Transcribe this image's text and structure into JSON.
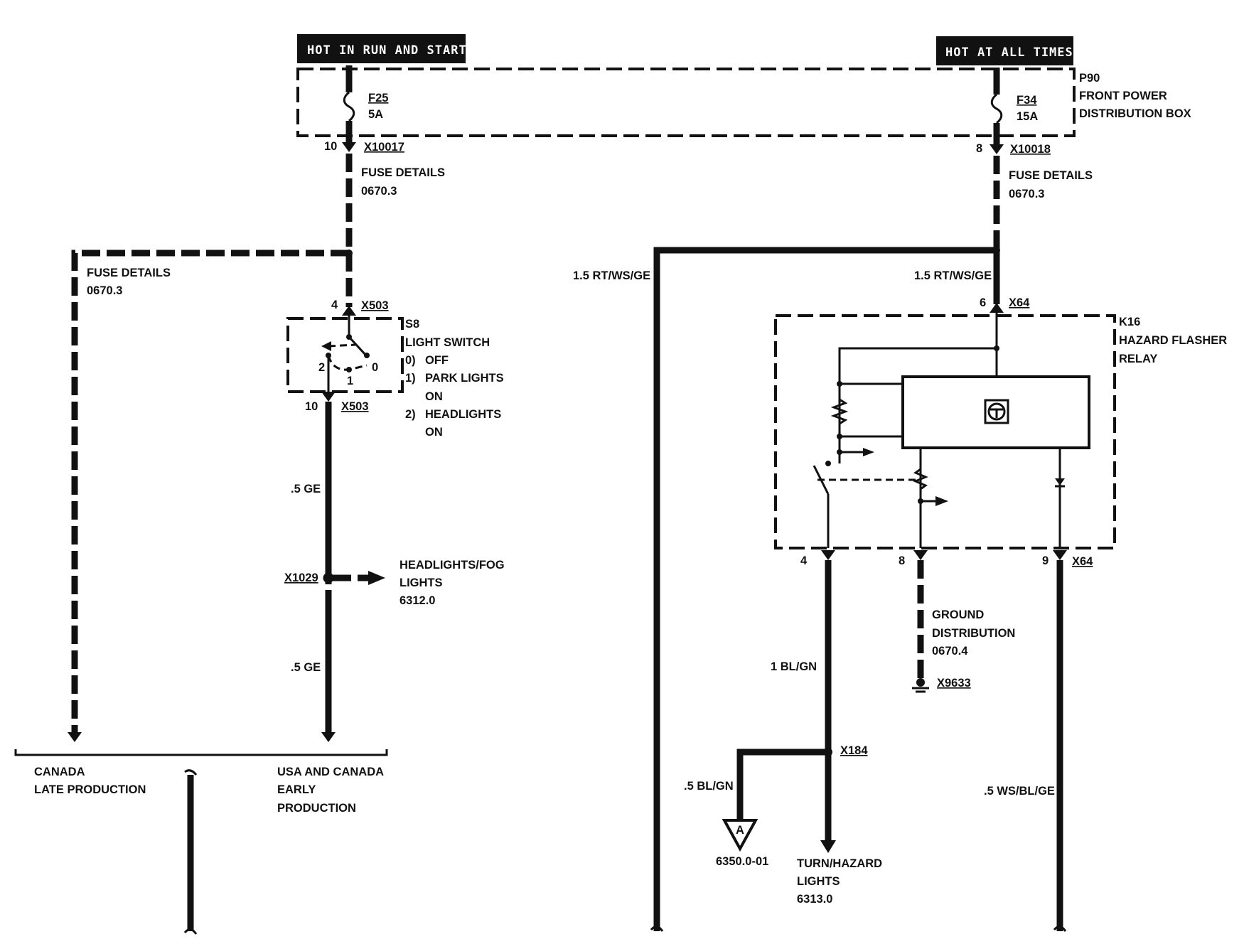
{
  "power_sources": {
    "hot_in_run_and_start": "HOT IN RUN AND START",
    "hot_at_all_times": "HOT AT ALL TIMES"
  },
  "distribution_box": {
    "id": "P90",
    "name_line1": "FRONT POWER",
    "name_line2": "DISTRIBUTION BOX"
  },
  "fuses": {
    "f25": {
      "name": "F25",
      "rating": "5A",
      "pin": "10",
      "connector": "X10017"
    },
    "f34": {
      "name": "F34",
      "rating": "15A",
      "pin": "8",
      "connector": "X10018"
    }
  },
  "fuse_details": {
    "label": "FUSE DETAILS",
    "ref": "0670.3"
  },
  "light_switch": {
    "id": "S8",
    "name": "LIGHT SWITCH",
    "pos0_num": "0)",
    "pos0": "OFF",
    "pos1_num": "1)",
    "pos1a": "PARK LIGHTS",
    "pos1b": "ON",
    "pos2_num": "2)",
    "pos2a": "HEADLIGHTS",
    "pos2b": "ON",
    "in_pin": "4",
    "out_pin": "10",
    "connector": "X503",
    "contact_0": "0",
    "contact_1": "1",
    "contact_2": "2"
  },
  "wires": {
    "ge_upper": ".5 GE",
    "ge_lower": ".5 GE",
    "rt_ws_ge_left": "1.5 RT/WS/GE",
    "rt_ws_ge_right": "1.5 RT/WS/GE",
    "bl_gn_main": "1 BL/GN",
    "bl_gn_branch": ".5 BL/GN",
    "ws_bl_ge": ".5 WS/BL/GE"
  },
  "connectors": {
    "x1029": "X1029",
    "x64_top_pin": "6",
    "x64": "X64",
    "x64_pin4": "4",
    "x64_pin8": "8",
    "x64_pin9": "9",
    "x184": "X184",
    "x9633": "X9633"
  },
  "headlights": {
    "line1": "HEADLIGHTS/FOG",
    "line2": "LIGHTS",
    "ref": "6312.0"
  },
  "relay": {
    "id": "K16",
    "line1": "HAZARD FLASHER",
    "line2": "RELAY"
  },
  "ground": {
    "line1": "GROUND",
    "line2": "DISTRIBUTION",
    "ref": "0670.4"
  },
  "turn_hazard": {
    "line1": "TURN/HAZARD",
    "line2": "LIGHTS",
    "ref": "6313.0"
  },
  "reference_a": {
    "letter": "A",
    "ref": "6350.0-01"
  },
  "variants": {
    "canada_line1": "CANADA",
    "canada_line2": "LATE PRODUCTION",
    "usa_line1": "USA AND CANADA",
    "usa_line2": "EARLY",
    "usa_line3": "PRODUCTION"
  }
}
